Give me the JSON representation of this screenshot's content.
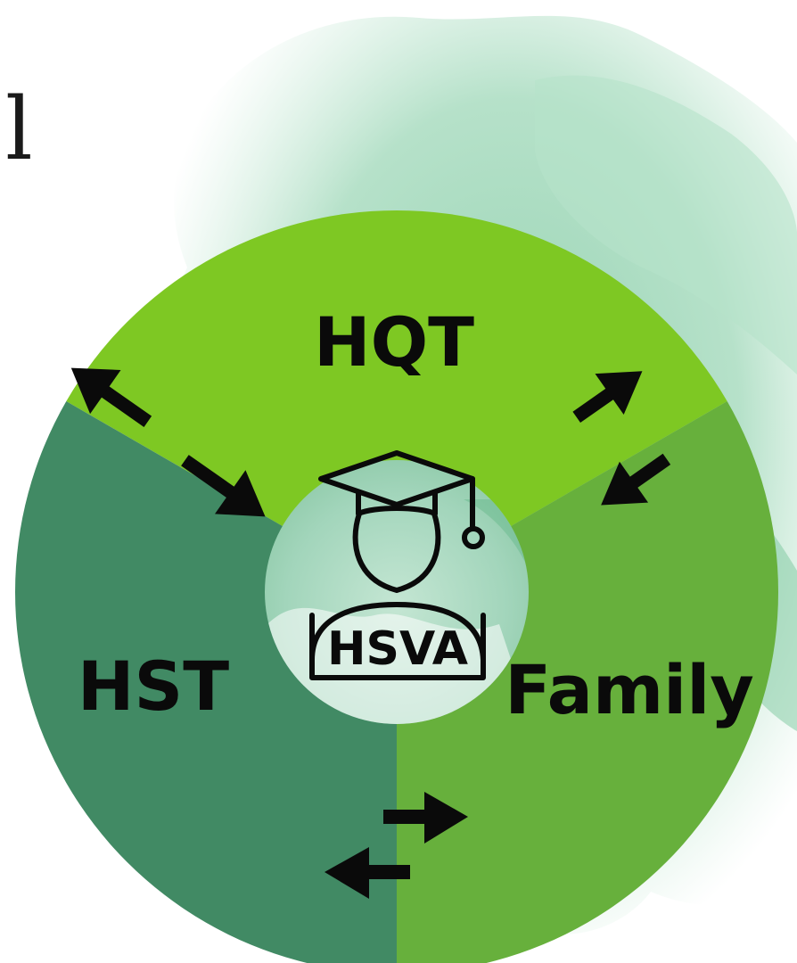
{
  "title_fragment": "l",
  "center": {
    "label": "HSVA",
    "icon": "graduate-icon"
  },
  "segments": [
    {
      "id": "hqt",
      "label": "HQT",
      "color": "#7ec823"
    },
    {
      "id": "hst",
      "label": "HST",
      "color": "#418a64"
    },
    {
      "id": "family",
      "label": "Family",
      "color": "#67b03c"
    }
  ],
  "connectors": [
    {
      "between": [
        "HQT",
        "HST"
      ],
      "icon": "bidirectional-arrow-icon"
    },
    {
      "between": [
        "HQT",
        "Family"
      ],
      "icon": "bidirectional-arrow-icon"
    },
    {
      "between": [
        "HST",
        "Family"
      ],
      "icon": "bidirectional-arrow-icon"
    }
  ],
  "colors": {
    "background_wash": "#9fd8b5",
    "center_fill": "#a8d8c0",
    "text": "#0a0a0a"
  }
}
